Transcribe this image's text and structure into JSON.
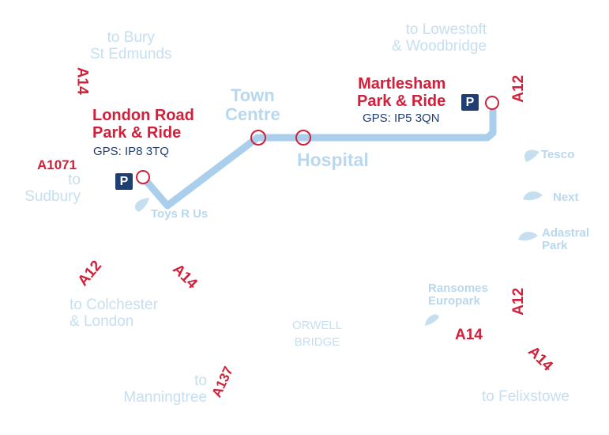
{
  "map": {
    "destinations": {
      "bury": [
        "to Bury",
        "St Edmunds"
      ],
      "lowestoft": [
        "to Lowestoft",
        "& Woodbridge"
      ],
      "sudbury": [
        "to",
        "Sudbury"
      ],
      "colchester": [
        "to Colchester",
        "& London"
      ],
      "manningtree": [
        "to",
        "Manningtree"
      ],
      "felixstowe": "to Felixstowe"
    },
    "roads": {
      "a14_nw": "A14",
      "a12_ne": "A12",
      "a1071": "A1071",
      "a12_sw": "A12",
      "a14_sw": "A14",
      "a137": "A137",
      "a12_se": "A12",
      "a14_se1": "A14",
      "a14_se2": "A14"
    },
    "park_and_ride": {
      "london_road": {
        "title": [
          "London Road",
          "Park & Ride"
        ],
        "gps": "GPS:  IP8 3TQ",
        "badge": "P"
      },
      "martlesham": {
        "title": [
          "Martlesham",
          "Park & Ride"
        ],
        "gps": "GPS:  IP5 3QN",
        "badge": "P"
      }
    },
    "stops": {
      "town_centre": [
        "Town",
        "Centre"
      ],
      "hospital": "Hospital"
    },
    "landmarks": {
      "toys_r_us": "Toys R Us",
      "tesco": "Tesco",
      "next": "Next",
      "adastral": [
        "Adastral",
        "Park"
      ],
      "ransomes": [
        "Ransomes",
        "Europark"
      ],
      "orwell_bridge": [
        "ORWELL",
        "BRIDGE"
      ]
    },
    "colors": {
      "route": "#a9cfec",
      "stop_ring": "#d0203a",
      "road_label": "#d0203a",
      "destination": "#c5dff0",
      "badge": "#1f3e72"
    }
  }
}
